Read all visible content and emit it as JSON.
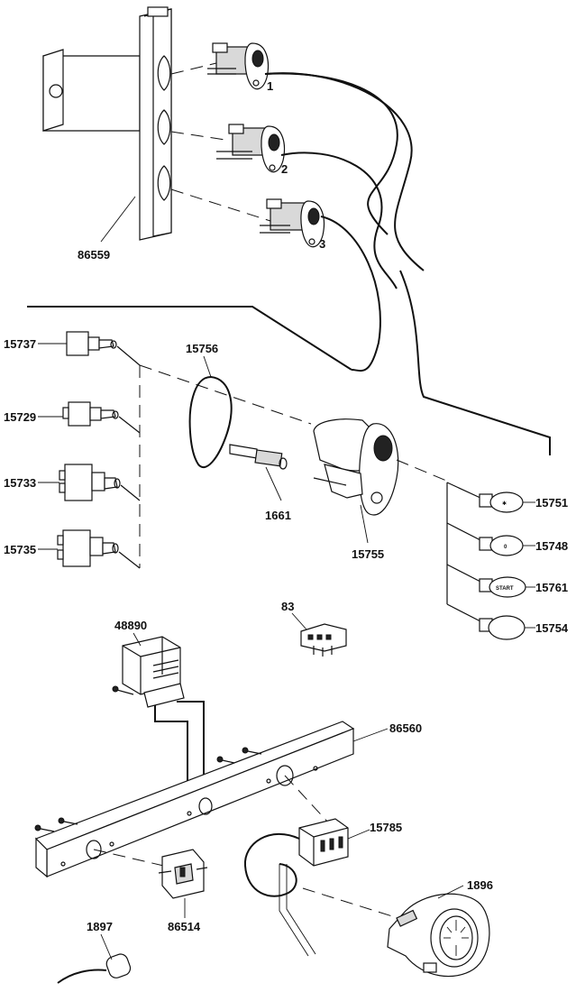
{
  "labels": {
    "p86559": "86559",
    "p15737": "15737",
    "p15729": "15729",
    "p15733": "15733",
    "p15735": "15735",
    "p15756": "15756",
    "p1661": "1661",
    "p15755": "15755",
    "p15751": "15751",
    "p15748": "15748",
    "p15761": "15761",
    "p15754": "15754",
    "p83": "83",
    "p48890": "48890",
    "p86560": "86560",
    "p15785": "15785",
    "p1896": "1896",
    "p1897": "1897",
    "p86514": "86514"
  },
  "position_numbers": {
    "n1": "1",
    "n2": "2",
    "n3": "3"
  },
  "button_texts": {
    "start": "START",
    "zero": "0"
  }
}
